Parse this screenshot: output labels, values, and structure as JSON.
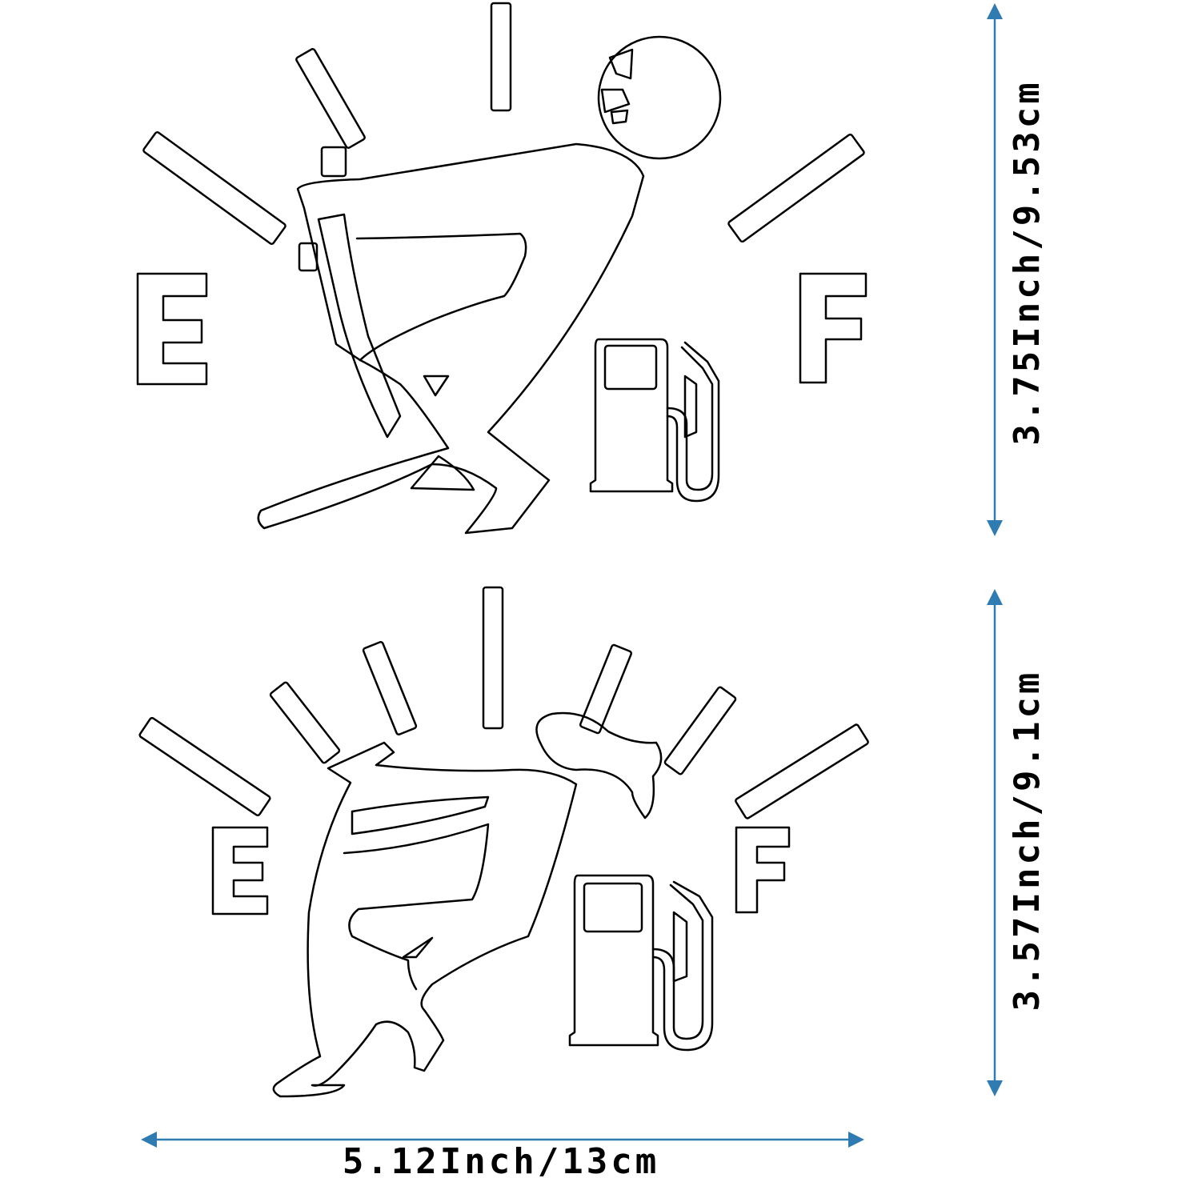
{
  "gauge_top": {
    "empty_label": "E",
    "full_label": "F"
  },
  "gauge_bottom": {
    "empty_label": "E",
    "full_label": "F"
  },
  "dimensions": {
    "top_height": "3.75Inch/9.53cm",
    "bottom_height": "3.57Inch/9.1cm",
    "width": "5.12Inch/13cm"
  },
  "colors": {
    "outline": "#000000",
    "dimension_arrow": "#2f7cb3",
    "background": "#ffffff"
  }
}
